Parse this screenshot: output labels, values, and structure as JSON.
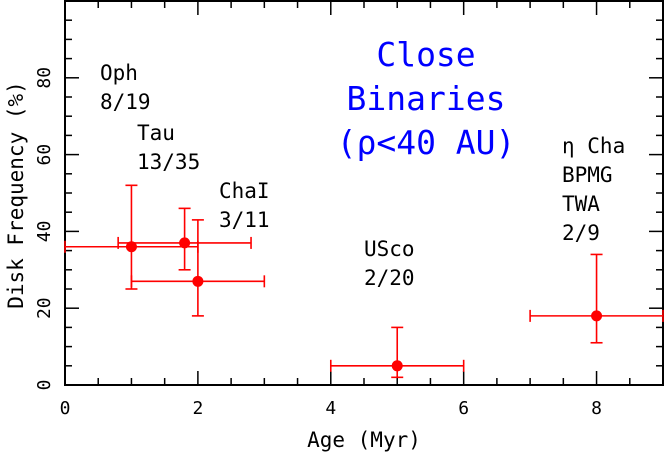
{
  "chart_data": {
    "type": "scatter",
    "title": "",
    "xlabel": "Age (Myr)",
    "ylabel": "Disk Frequency (%)",
    "xlim": [
      0,
      9
    ],
    "ylim": [
      0,
      100
    ],
    "xticks": [
      0,
      2,
      4,
      6,
      8
    ],
    "yticks": [
      0,
      20,
      40,
      60,
      80
    ],
    "grid": false,
    "point_color": "#ff0000",
    "points": [
      {
        "x": 1.0,
        "y": 36,
        "xerr_low": 1.0,
        "xerr_high": 1.0,
        "yerr_low": 11,
        "yerr_high": 16
      },
      {
        "x": 1.8,
        "y": 37,
        "xerr_low": 1.0,
        "xerr_high": 1.0,
        "yerr_low": 7,
        "yerr_high": 9
      },
      {
        "x": 2.0,
        "y": 27,
        "xerr_low": 1.0,
        "xerr_high": 1.0,
        "yerr_low": 9,
        "yerr_high": 16
      },
      {
        "x": 5.0,
        "y": 5,
        "xerr_low": 1.0,
        "xerr_high": 1.0,
        "yerr_low": 3,
        "yerr_high": 10
      },
      {
        "x": 8.0,
        "y": 18,
        "xerr_low": 1.0,
        "xerr_high": 1.0,
        "yerr_low": 7,
        "yerr_high": 16
      }
    ],
    "annotations": [
      {
        "lines": [
          "Oph",
          "8/19"
        ]
      },
      {
        "lines": [
          "Tau",
          "13/35"
        ]
      },
      {
        "lines": [
          "ChaI",
          "3/11"
        ]
      },
      {
        "lines": [
          "USco",
          "2/20"
        ]
      },
      {
        "lines": [
          "η Cha",
          "BPMG",
          "TWA",
          "2/9"
        ]
      }
    ],
    "highlight_annotation": {
      "lines": [
        "Close",
        "Binaries",
        "(ρ<40 AU)"
      ],
      "color": "#0000ff"
    }
  }
}
